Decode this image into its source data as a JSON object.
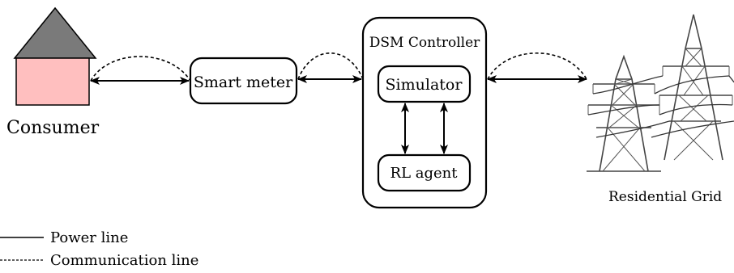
{
  "labels": {
    "consumer": "Consumer",
    "smart_meter": "Smart meter",
    "dsm_controller": "DSM Controller",
    "simulator": "Simulator",
    "rl_agent": "RL agent",
    "residential_grid": "Residential Grid"
  },
  "legend": {
    "power_line": "Power line",
    "communication_line": "Communication line"
  },
  "colors": {
    "house_roof": "#7a7a7a",
    "house_body": "#ffbfbf",
    "tower": "#444444",
    "stroke": "#000000"
  },
  "icons": {
    "house": "house-icon",
    "grid": "transmission-tower-icon"
  }
}
